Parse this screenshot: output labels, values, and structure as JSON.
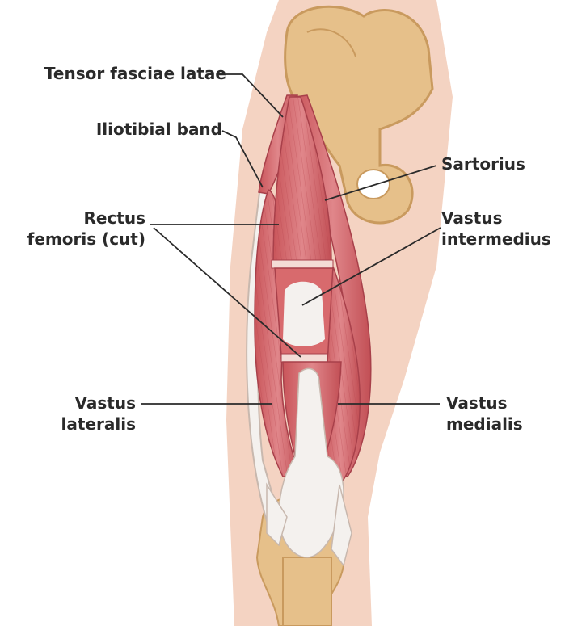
{
  "labels": {
    "tensor_fasciae_latae": "Tensor fasciae latae",
    "iliotibial_band": "Iliotibial band",
    "rectus_femoris_line1": "Rectus",
    "rectus_femoris_line2": "femoris (cut)",
    "sartorius": "Sartorius",
    "vastus_intermedius_line1": "Vastus",
    "vastus_intermedius_line2": "intermedius",
    "vastus_lateralis_line1": "Vastus",
    "vastus_lateralis_line2": "lateralis",
    "vastus_medialis_line1": "Vastus",
    "vastus_medialis_line2": "medialis"
  },
  "colors": {
    "skin": "#f4d3c2",
    "bone": "#e6c08a",
    "bone_shadow": "#c99a5e",
    "muscle": "#d86a6d",
    "muscle_dark": "#b84a4f",
    "tendon": "#f4f1ee",
    "leader_line": "#2a2a2a"
  }
}
